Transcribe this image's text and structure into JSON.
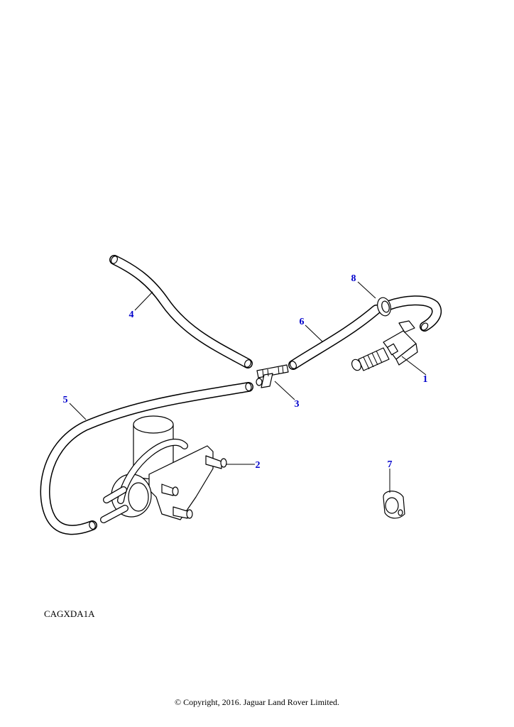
{
  "diagram": {
    "accent_color": "#0000cc",
    "line_color": "#000000",
    "callouts": [
      {
        "id": "1",
        "label": "1"
      },
      {
        "id": "2",
        "label": "2"
      },
      {
        "id": "3",
        "label": "3"
      },
      {
        "id": "4",
        "label": "4"
      },
      {
        "id": "5",
        "label": "5"
      },
      {
        "id": "6",
        "label": "6"
      },
      {
        "id": "7",
        "label": "7"
      },
      {
        "id": "8",
        "label": "8"
      }
    ]
  },
  "footer": {
    "illustration_code": "CAGXDA1A",
    "copyright": "© Copyright, 2016. Jaguar Land Rover Limited."
  }
}
